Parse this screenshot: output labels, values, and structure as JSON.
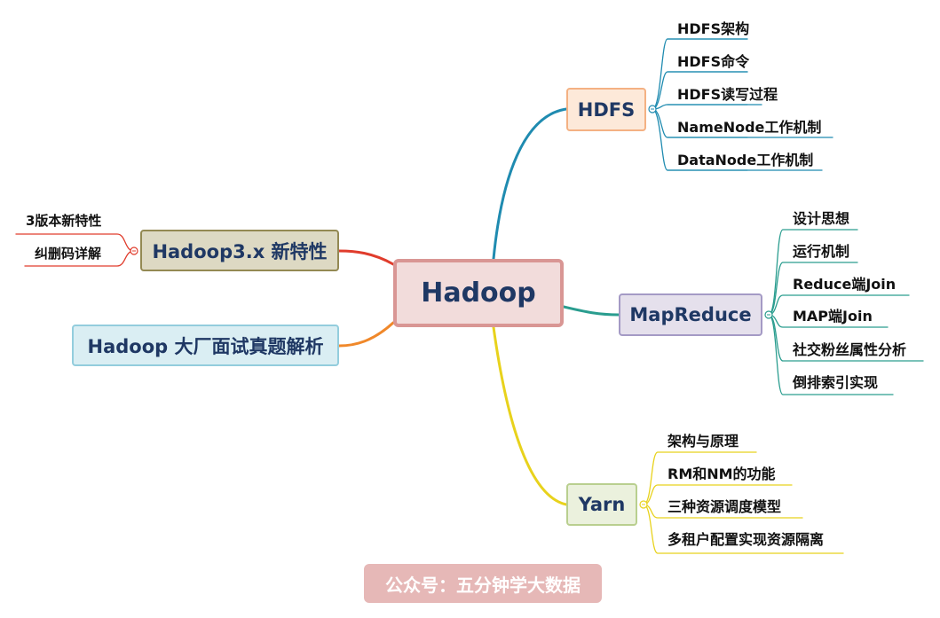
{
  "root": {
    "label": "Hadoop"
  },
  "branches": {
    "hdfs": {
      "label": "HDFS",
      "color": "#1f8bb0",
      "children": [
        "HDFS架构",
        "HDFS命令",
        "HDFS读写过程",
        "NameNode工作机制",
        "DataNode工作机制"
      ]
    },
    "mapreduce": {
      "label": "MapReduce",
      "color": "#2a9d8f",
      "children": [
        "设计思想",
        "运行机制",
        "Reduce端Join",
        "MAP端Join",
        "社交粉丝属性分析",
        "倒排索引实现"
      ]
    },
    "yarn": {
      "label": "Yarn",
      "color": "#e8d21c",
      "children": [
        "架构与原理",
        "RM和NM的功能",
        "三种资源调度模型",
        "多租户配置实现资源隔离"
      ]
    },
    "hadoop3": {
      "label": "Hadoop3.x 新特性",
      "color": "#e03c2c",
      "children": [
        "3版本新特性",
        "纠删码详解"
      ]
    },
    "interview": {
      "label": "Hadoop 大厂面试真题解析",
      "color": "#f0882a"
    }
  },
  "watermark": {
    "label": "公众号：五分钟学大数据"
  }
}
